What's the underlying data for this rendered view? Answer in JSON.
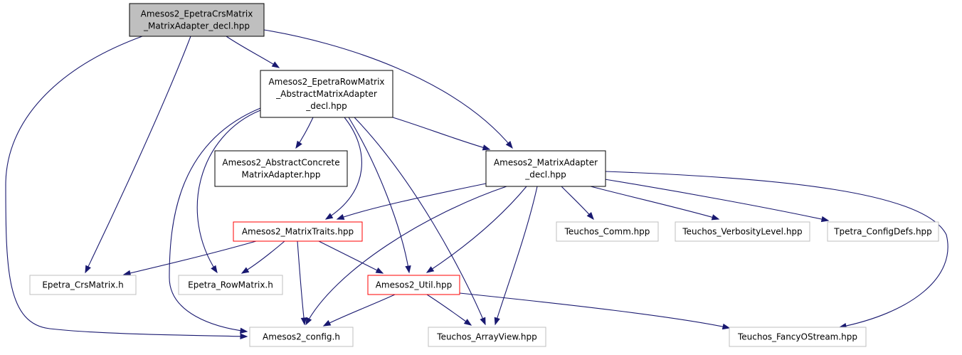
{
  "nodes": {
    "epetra_crs_decl": {
      "lines": [
        "Amesos2_EpetraCrsMatrix",
        "_MatrixAdapter_decl.hpp"
      ],
      "fill": "#bfbfbf",
      "stroke": "#000000"
    },
    "epetra_row_decl": {
      "lines": [
        "Amesos2_EpetraRowMatrix",
        "_AbstractMatrixAdapter",
        "_decl.hpp"
      ],
      "fill": "#ffffff",
      "stroke": "#000000"
    },
    "abstract_concrete": {
      "lines": [
        "Amesos2_AbstractConcrete",
        "MatrixAdapter.hpp"
      ],
      "fill": "#ffffff",
      "stroke": "#000000"
    },
    "matrix_adapter_decl": {
      "lines": [
        "Amesos2_MatrixAdapter",
        "_decl.hpp"
      ],
      "fill": "#ffffff",
      "stroke": "#000000"
    },
    "matrix_traits": {
      "lines": [
        "Amesos2_MatrixTraits.hpp"
      ],
      "fill": "#ffffff",
      "stroke": "#ff0000"
    },
    "teuchos_comm": {
      "lines": [
        "Teuchos_Comm.hpp"
      ],
      "fill": "#ffffff",
      "stroke": "#bfbfbf"
    },
    "teuchos_verbosity": {
      "lines": [
        "Teuchos_VerbosityLevel.hpp"
      ],
      "fill": "#ffffff",
      "stroke": "#bfbfbf"
    },
    "tpetra_configdefs": {
      "lines": [
        "Tpetra_ConfigDefs.hpp"
      ],
      "fill": "#ffffff",
      "stroke": "#bfbfbf"
    },
    "epetra_crsmatrix_h": {
      "lines": [
        "Epetra_CrsMatrix.h"
      ],
      "fill": "#ffffff",
      "stroke": "#bfbfbf"
    },
    "epetra_rowmatrix_h": {
      "lines": [
        "Epetra_RowMatrix.h"
      ],
      "fill": "#ffffff",
      "stroke": "#bfbfbf"
    },
    "amesos2_util": {
      "lines": [
        "Amesos2_Util.hpp"
      ],
      "fill": "#ffffff",
      "stroke": "#ff0000"
    },
    "amesos2_config": {
      "lines": [
        "Amesos2_config.h"
      ],
      "fill": "#ffffff",
      "stroke": "#bfbfbf"
    },
    "teuchos_arrayview": {
      "lines": [
        "Teuchos_ArrayView.hpp"
      ],
      "fill": "#ffffff",
      "stroke": "#bfbfbf"
    },
    "teuchos_fancyostream": {
      "lines": [
        "Teuchos_FancyOStream.hpp"
      ],
      "fill": "#ffffff",
      "stroke": "#bfbfbf"
    }
  },
  "edge_color": "#191970"
}
